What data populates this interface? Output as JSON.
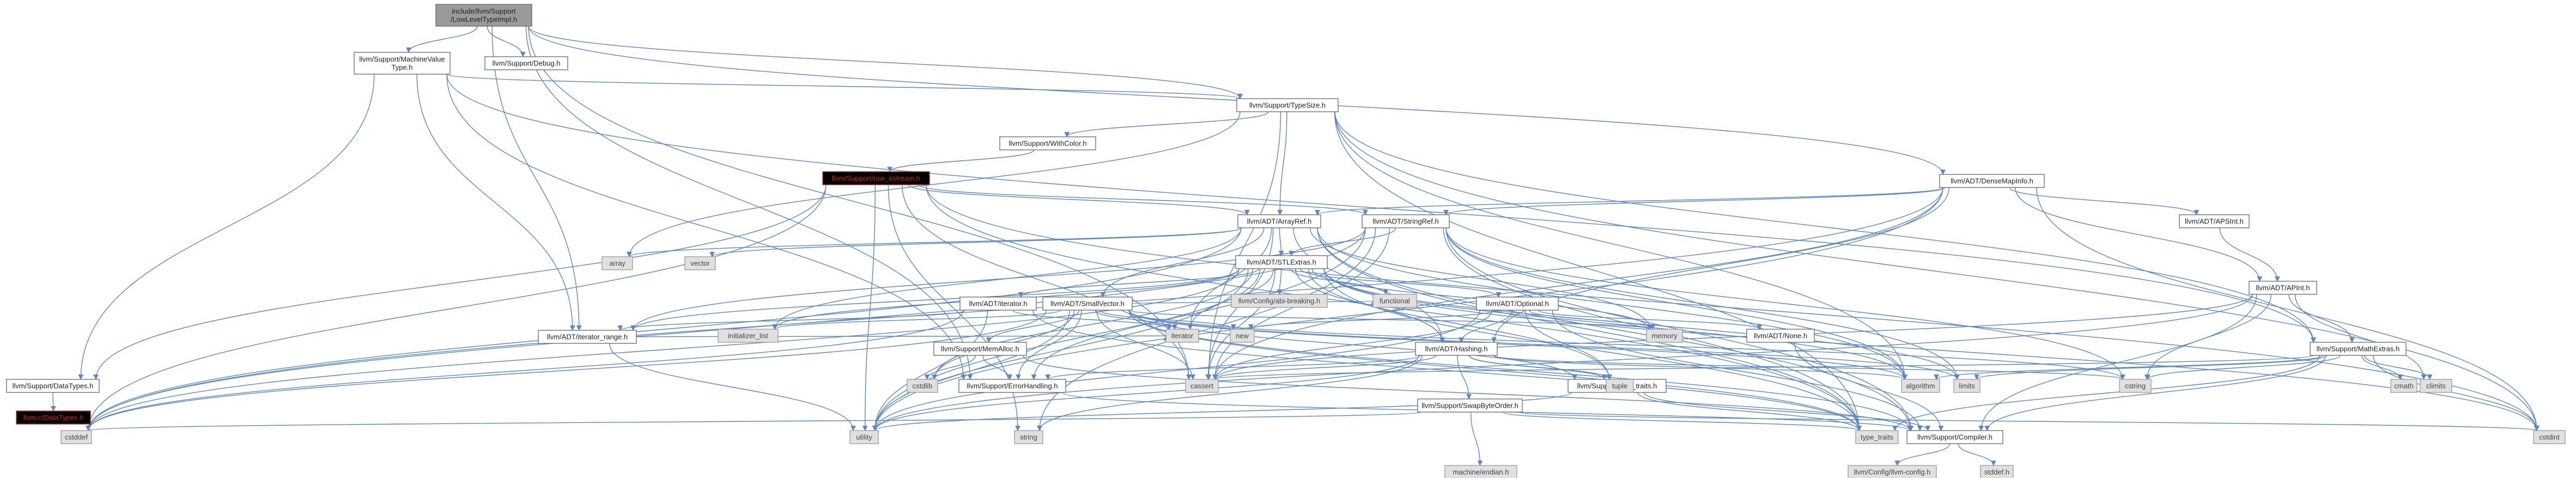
{
  "nodes": [
    {
      "id": "root",
      "lines": [
        "include/llvm/Support",
        "/LowLevelTypeImpl.h"
      ],
      "kind": "root"
    },
    {
      "id": "mvt",
      "lines": [
        "llvm/Support/MachineValue",
        "Type.h"
      ],
      "kind": "hdr"
    },
    {
      "id": "debug",
      "lines": [
        "llvm/Support/Debug.h"
      ],
      "kind": "hdr"
    },
    {
      "id": "typesize",
      "lines": [
        "llvm/Support/TypeSize.h"
      ],
      "kind": "hdr"
    },
    {
      "id": "withcolor",
      "lines": [
        "llvm/Support/WithColor.h"
      ],
      "kind": "hdr"
    },
    {
      "id": "rawostream",
      "lines": [
        "llvm/Support/raw_ostream.h"
      ],
      "kind": "red"
    },
    {
      "id": "densemapinfo",
      "lines": [
        "llvm/ADT/DenseMapInfo.h"
      ],
      "kind": "hdr"
    },
    {
      "id": "arrayref",
      "lines": [
        "llvm/ADT/ArrayRef.h"
      ],
      "kind": "hdr"
    },
    {
      "id": "stringref",
      "lines": [
        "llvm/ADT/StringRef.h"
      ],
      "kind": "hdr"
    },
    {
      "id": "apsint",
      "lines": [
        "llvm/ADT/APSInt.h"
      ],
      "kind": "hdr"
    },
    {
      "id": "apint",
      "lines": [
        "llvm/ADT/APInt.h"
      ],
      "kind": "hdr"
    },
    {
      "id": "stlextras",
      "lines": [
        "llvm/ADT/STLExtras.h"
      ],
      "kind": "hdr"
    },
    {
      "id": "array",
      "lines": [
        "array"
      ],
      "kind": "sys"
    },
    {
      "id": "vector",
      "lines": [
        "vector"
      ],
      "kind": "sys"
    },
    {
      "id": "abibreak",
      "lines": [
        "llvm/Config/abi-breaking.h"
      ],
      "kind": "sys"
    },
    {
      "id": "functional",
      "lines": [
        "functional"
      ],
      "kind": "sys"
    },
    {
      "id": "iterator",
      "lines": [
        "llvm/ADT/iterator.h"
      ],
      "kind": "hdr"
    },
    {
      "id": "smallvector",
      "lines": [
        "llvm/ADT/SmallVector.h"
      ],
      "kind": "hdr"
    },
    {
      "id": "optional",
      "lines": [
        "llvm/ADT/Optional.h"
      ],
      "kind": "hdr"
    },
    {
      "id": "itrange",
      "lines": [
        "llvm/ADT/iterator_range.h"
      ],
      "kind": "hdr"
    },
    {
      "id": "initlist",
      "lines": [
        "initializer_list"
      ],
      "kind": "sys"
    },
    {
      "id": "iteratorstd",
      "lines": [
        "iterator"
      ],
      "kind": "sys"
    },
    {
      "id": "new",
      "lines": [
        "new"
      ],
      "kind": "sys"
    },
    {
      "id": "memory",
      "lines": [
        "memory"
      ],
      "kind": "sys"
    },
    {
      "id": "none",
      "lines": [
        "llvm/ADT/None.h"
      ],
      "kind": "hdr"
    },
    {
      "id": "memalloc",
      "lines": [
        "llvm/Support/MemAlloc.h"
      ],
      "kind": "hdr"
    },
    {
      "id": "hashing",
      "lines": [
        "llvm/ADT/Hashing.h"
      ],
      "kind": "hdr"
    },
    {
      "id": "mathextras",
      "lines": [
        "llvm/Support/MathExtras.h"
      ],
      "kind": "hdr"
    },
    {
      "id": "datatypes",
      "lines": [
        "llvm/Support/DataTypes.h"
      ],
      "kind": "hdr"
    },
    {
      "id": "cdatatypes",
      "lines": [
        "llvm-c/DataTypes.h"
      ],
      "kind": "red"
    },
    {
      "id": "cstdlib",
      "lines": [
        "cstdlib"
      ],
      "kind": "sys"
    },
    {
      "id": "errorhandling",
      "lines": [
        "llvm/Support/ErrorHandling.h"
      ],
      "kind": "hdr"
    },
    {
      "id": "cassert",
      "lines": [
        "cassert"
      ],
      "kind": "sys"
    },
    {
      "id": "swapbyteorder",
      "lines": [
        "llvm/Support/SwapByteOrder.h"
      ],
      "kind": "hdr"
    },
    {
      "id": "typetraitsllvm",
      "lines": [
        "llvm/Support/type_traits.h"
      ],
      "kind": "hdr"
    },
    {
      "id": "tuple",
      "lines": [
        "tuple"
      ],
      "kind": "sys"
    },
    {
      "id": "algorithm",
      "lines": [
        "algorithm"
      ],
      "kind": "sys"
    },
    {
      "id": "limits",
      "lines": [
        "limits"
      ],
      "kind": "sys"
    },
    {
      "id": "cstring",
      "lines": [
        "cstring"
      ],
      "kind": "sys"
    },
    {
      "id": "cmath",
      "lines": [
        "cmath"
      ],
      "kind": "sys"
    },
    {
      "id": "climits",
      "lines": [
        "climits"
      ],
      "kind": "sys"
    },
    {
      "id": "cstddef",
      "lines": [
        "cstddef"
      ],
      "kind": "sys"
    },
    {
      "id": "utility",
      "lines": [
        "utility"
      ],
      "kind": "sys"
    },
    {
      "id": "string",
      "lines": [
        "string"
      ],
      "kind": "sys"
    },
    {
      "id": "typetraits",
      "lines": [
        "type_traits"
      ],
      "kind": "sys"
    },
    {
      "id": "compiler",
      "lines": [
        "llvm/Support/Compiler.h"
      ],
      "kind": "hdr"
    },
    {
      "id": "cstdint",
      "lines": [
        "cstdint"
      ],
      "kind": "sys"
    },
    {
      "id": "machineendian",
      "lines": [
        "machine/endian.h"
      ],
      "kind": "sys"
    },
    {
      "id": "llvmconfig",
      "lines": [
        "llvm/Config/llvm-config.h"
      ],
      "kind": "sys"
    },
    {
      "id": "stddef",
      "lines": [
        "stddef.h"
      ],
      "kind": "sys"
    }
  ]
}
